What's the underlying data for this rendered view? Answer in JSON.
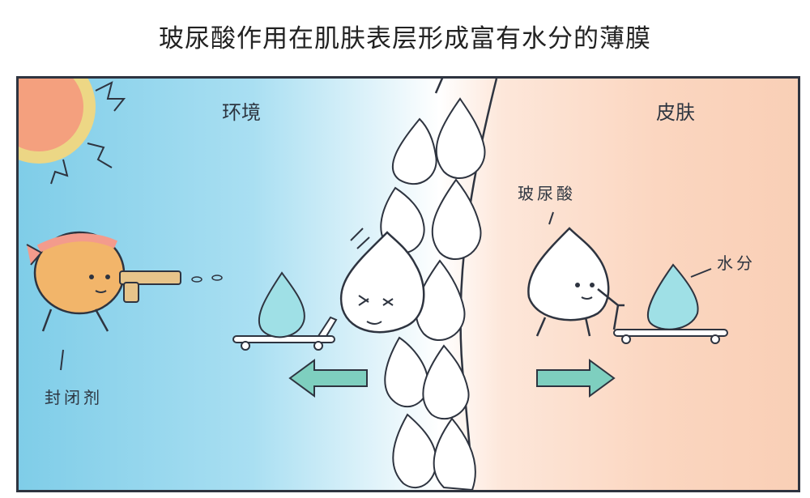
{
  "title": "玻尿酸作用在肌肤表层形成富有水分的薄膜",
  "labels": {
    "environment": "环境",
    "skin": "皮肤",
    "hyaluronic_acid": "玻尿酸",
    "water": "水分",
    "occlusive": "封闭剂"
  },
  "colors": {
    "border": "#2e3440",
    "arrow": "#7ecfbf",
    "sun": "#f4a07e",
    "sun_rays": "#f7d77a",
    "drop_blue": "#9fe0e6",
    "droplet_white": "#ffffff"
  }
}
